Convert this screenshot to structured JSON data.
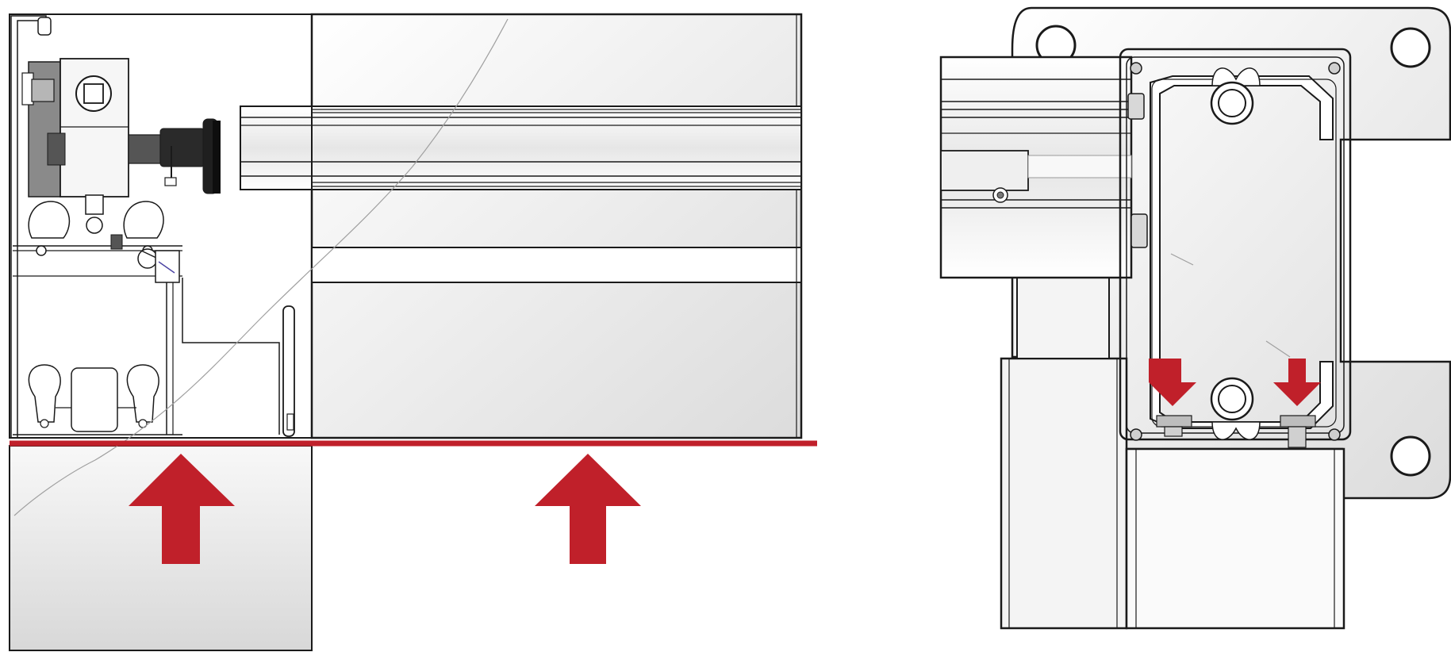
{
  "diagram": {
    "panels": [
      {
        "id": "left-section-view",
        "description_role": "sliding-profile-cross-section",
        "arrows": [
          {
            "id": "left-arrow-1",
            "direction": "up"
          },
          {
            "id": "left-arrow-2",
            "direction": "up"
          }
        ],
        "reference_line": {
          "id": "baseline",
          "style": "solid"
        }
      },
      {
        "id": "right-section-view",
        "description_role": "corner-bracket-cross-section",
        "arrows": [
          {
            "id": "right-arrow-1",
            "direction": "down"
          },
          {
            "id": "right-arrow-2",
            "direction": "down"
          }
        ]
      }
    ],
    "colors": {
      "accent": "#c0202a",
      "line": "#1a1a1a",
      "light_line": "#9a9a9a",
      "fill_light": "#f2f2f2",
      "fill_mid": "#e2e2e2",
      "fill_dark": "#7a7a7a",
      "background": "#ffffff"
    }
  }
}
